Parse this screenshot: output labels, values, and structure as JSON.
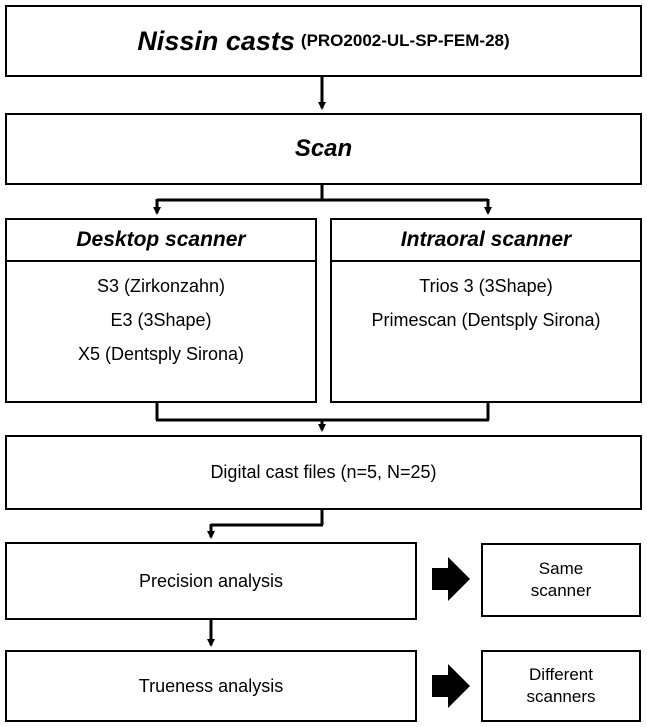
{
  "nissin": {
    "title": "Nissin casts",
    "code": "(PRO2002-UL-SP-FEM-28)"
  },
  "scan": {
    "label": "Scan"
  },
  "desktop": {
    "header": "Desktop scanner",
    "items": [
      "S3 (Zirkonzahn)",
      "E3 (3Shape)",
      "X5 (Dentsply Sirona)"
    ]
  },
  "intraoral": {
    "header": "Intraoral scanner",
    "items": [
      "Trios 3 (3Shape)",
      "Primescan (Dentsply Sirona)"
    ]
  },
  "digital": {
    "label": "Digital cast files (n=5, N=25)"
  },
  "precision": {
    "label": "Precision analysis",
    "result_line1": "Same",
    "result_line2": "scanner"
  },
  "trueness": {
    "label": "Trueness analysis",
    "result_line1": "Different",
    "result_line2": "scanners"
  }
}
